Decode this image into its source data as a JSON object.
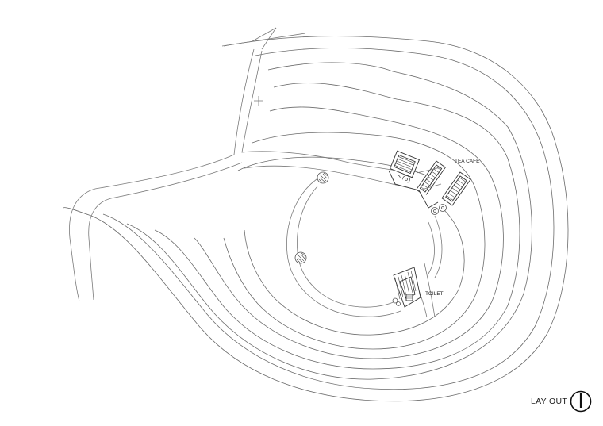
{
  "labels": {
    "tea_cafe": "TEA CAFE",
    "toilet": "TOILET",
    "layout_title": "LAY OUT"
  },
  "icons": {
    "north_arrow": "north-arrow-icon"
  }
}
